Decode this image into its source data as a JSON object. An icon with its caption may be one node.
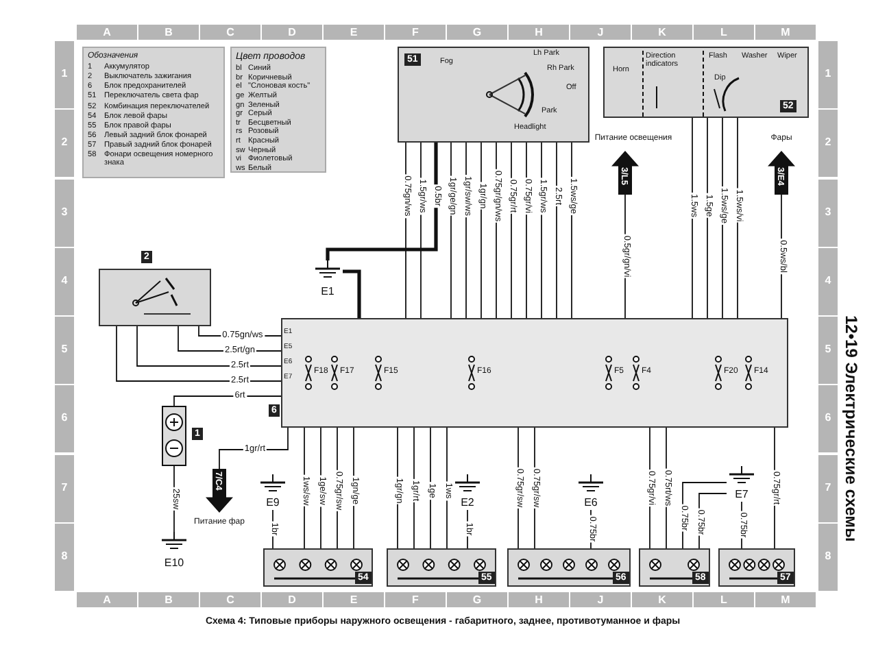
{
  "diagram": {
    "title": "12•19 Электрические схемы",
    "caption": "Схема 4: Типовые приборы наружного освещения - габаритного, заднее, противотуманное и фары",
    "nodes": [
      {
        "text": [
          "51",
          "Fog",
          "Lh Park",
          "Rh Park",
          "Off",
          "Park",
          "Headlight"
        ]
      },
      {
        "text": [
          "52",
          "Horn",
          "Direction indicators",
          "Flash",
          "Dip",
          "Washer",
          "Wiper"
        ]
      },
      {
        "text": [
          "3/L5"
        ],
        "beside": [
          "Питание освещения"
        ]
      },
      {
        "text": [
          "3/E4"
        ],
        "beside": [
          "Фары"
        ]
      },
      {
        "text": [
          "2"
        ]
      },
      {
        "text": [
          "1"
        ]
      },
      {
        "text": [
          "E10"
        ]
      },
      {
        "text": [
          "E1"
        ]
      },
      {
        "text": [
          "6"
        ]
      },
      {
        "text": [
          "F18"
        ],
        "in": 8
      },
      {
        "text": [
          "F17"
        ],
        "in": 8
      },
      {
        "text": [
          "F15"
        ],
        "in": 8
      },
      {
        "text": [
          "F16"
        ],
        "in": 8
      },
      {
        "text": [
          "F5"
        ],
        "in": 8
      },
      {
        "text": [
          "F4"
        ],
        "in": 8
      },
      {
        "text": [
          "F20"
        ],
        "in": 8
      },
      {
        "text": [
          "F14"
        ],
        "in": 8
      },
      {
        "text": [
          "7/C4"
        ],
        "beside": [
          "Питание фар"
        ]
      },
      {
        "text": [
          "E9"
        ]
      },
      {
        "text": [
          "E2"
        ]
      },
      {
        "text": [
          "E6"
        ]
      },
      {
        "text": [
          "E7"
        ]
      },
      {
        "text": [
          "54"
        ]
      },
      {
        "text": [
          "55"
        ]
      },
      {
        "text": [
          "56"
        ]
      },
      {
        "text": [
          "58"
        ]
      },
      {
        "text": [
          "57"
        ]
      }
    ],
    "edges": [
      {
        "from": 0,
        "to": 8,
        "arrow": "none",
        "label": "0.75gn/ws"
      },
      {
        "from": 0,
        "to": 8,
        "arrow": "none",
        "label": "1.5gr/ws"
      },
      {
        "from": 0,
        "to": 7,
        "arrow": "none",
        "label": "0.5br",
        "style": "thick"
      },
      {
        "from": 0,
        "to": 8,
        "arrow": "none",
        "label": "1gr/ge/gn"
      },
      {
        "from": 0,
        "to": 8,
        "arrow": "none",
        "label": "1gr/sw/ws"
      },
      {
        "from": 0,
        "to": 8,
        "arrow": "none",
        "label": "1gr/gn"
      },
      {
        "from": 0,
        "to": 8,
        "arrow": "none",
        "label": "0.75gr/gn/ws"
      },
      {
        "from": 0,
        "to": 8,
        "arrow": "none",
        "label": "0.75gr/rt"
      },
      {
        "from": 0,
        "to": 8,
        "arrow": "none",
        "label": "0.75gr/vi"
      },
      {
        "from": 0,
        "to": 8,
        "arrow": "none",
        "label": "1.5gr/ws"
      },
      {
        "from": 0,
        "to": 8,
        "arrow": "none",
        "label": "2.5rt"
      },
      {
        "from": 0,
        "to": 8,
        "arrow": "none",
        "label": "1.5ws/ge"
      },
      {
        "from": 1,
        "to": 8,
        "arrow": "none",
        "label": "1.5ws"
      },
      {
        "from": 1,
        "to": 8,
        "arrow": "none",
        "label": "1.5ge"
      },
      {
        "from": 1,
        "to": 8,
        "arrow": "none",
        "label": "1.5ws/ge"
      },
      {
        "from": 1,
        "to": 8,
        "arrow": "none",
        "label": "1.5ws/vi"
      },
      {
        "from": 2,
        "to": 8,
        "arrow": "none",
        "label": "0.5gr/gn/vi"
      },
      {
        "from": 3,
        "to": 8,
        "arrow": "none",
        "label": "0.5ws/bl"
      },
      {
        "from": 4,
        "to": 8,
        "arrow": "none",
        "label": "0.75gn/ws"
      },
      {
        "from": 4,
        "to": 8,
        "arrow": "none",
        "label": "2.5rt/gn"
      },
      {
        "from": 4,
        "to": 8,
        "arrow": "none",
        "label": "2.5rt"
      },
      {
        "from": 4,
        "to": 8,
        "arrow": "none",
        "label": "2.5rt"
      },
      {
        "from": 5,
        "to": 8,
        "arrow": "none",
        "label": "6rt"
      },
      {
        "from": 5,
        "to": 6,
        "arrow": "none",
        "label": "25sw"
      },
      {
        "from": 7,
        "to": 8,
        "arrow": "none",
        "style": "thick"
      },
      {
        "from": 8,
        "to": 17,
        "arrow": "none",
        "label": "1gr/rt"
      },
      {
        "from": 18,
        "to": 22,
        "arrow": "none",
        "label": "1br"
      },
      {
        "from": 8,
        "to": 22,
        "arrow": "none",
        "label": "1ws/sw"
      },
      {
        "from": 8,
        "to": 22,
        "arrow": "none",
        "label": "1ge/sw"
      },
      {
        "from": 8,
        "to": 22,
        "arrow": "none",
        "label": "0.75gr/sw"
      },
      {
        "from": 8,
        "to": 22,
        "arrow": "none",
        "label": "1gn/ge"
      },
      {
        "from": 8,
        "to": 23,
        "arrow": "none",
        "label": "1gr/gn"
      },
      {
        "from": 8,
        "to": 23,
        "arrow": "none",
        "label": "1gr/rt"
      },
      {
        "from": 8,
        "to": 23,
        "arrow": "none",
        "label": "1ge"
      },
      {
        "from": 8,
        "to": 23,
        "arrow": "none",
        "label": "1ws"
      },
      {
        "from": 19,
        "to": 23,
        "arrow": "none",
        "label": "1br"
      },
      {
        "from": 8,
        "to": 24,
        "arrow": "none",
        "label": "0.75gr/sw"
      },
      {
        "from": 8,
        "to": 24,
        "arrow": "none",
        "label": "0.75gr/sw"
      },
      {
        "from": 20,
        "to": 24,
        "arrow": "none",
        "label": "0.75br"
      },
      {
        "from": 8,
        "to": 25,
        "arrow": "none",
        "label": "0.75gr/vi"
      },
      {
        "from": 21,
        "to": 25,
        "arrow": "none",
        "label": "0.75br"
      },
      {
        "from": 21,
        "to": 25,
        "arrow": "none",
        "label": "0.75br"
      },
      {
        "from": 8,
        "to": 25,
        "arrow": "none",
        "label": "0.75rt/ws"
      },
      {
        "from": 21,
        "to": 26,
        "arrow": "none",
        "label": "0.75br"
      },
      {
        "from": 8,
        "to": 26,
        "arrow": "none",
        "label": "0.75gr/rt"
      }
    ],
    "labels": [
      "A",
      "B",
      "C",
      "D",
      "E",
      "F",
      "G",
      "H",
      "J",
      "K",
      "L",
      "M",
      "Обозначения",
      "1",
      "Аккумулятор",
      "2",
      "Выключатель зажигания",
      "6",
      "Блок предохранителей",
      "51",
      "Переключатель света фар",
      "52",
      "Комбинация переключателей",
      "54",
      "Блок левой фары",
      "55",
      "Блок правой фары",
      "56",
      "Левый задний блок фонарей",
      "57",
      "Правый задний блок фонарей",
      "58",
      "Фонари освещения номерного знака",
      "Цвет проводов",
      "bl",
      "Синий",
      "br",
      "Коричневый",
      "el",
      "\"Слоновая кость\"",
      "ge",
      "Желтый",
      "gn",
      "Зеленый",
      "gr",
      "Серый",
      "tr",
      "Бесцветный",
      "rs",
      "Розовый",
      "rt",
      "Красный",
      "sw",
      "Черный",
      "vi",
      "Фиолетовый",
      "ws",
      "Белый",
      "E1",
      "E5",
      "E6",
      "E7",
      "1",
      "2",
      "3",
      "4",
      "5",
      "6",
      "7",
      "8",
      "1",
      "2",
      "3",
      "4",
      "5",
      "6",
      "7",
      "8",
      "A",
      "B",
      "C",
      "D",
      "E",
      "F",
      "G",
      "H",
      "J",
      "K",
      "L",
      "M"
    ]
  }
}
